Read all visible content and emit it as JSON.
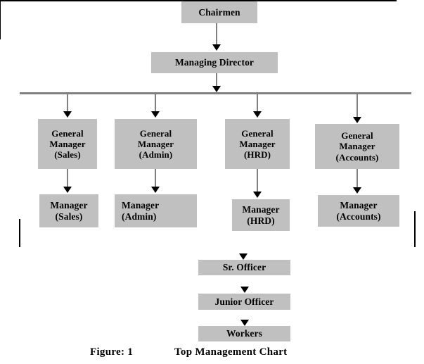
{
  "figure": {
    "caption_label": "Figure: 1",
    "caption_title": "Top Management Chart",
    "box_fill": "#c0c0c0",
    "connector_color": "#808080",
    "bracket_color": "#000000",
    "text_color": "#000000"
  },
  "chart_data": {
    "type": "diagram",
    "title": "Top Management Chart",
    "nodes": [
      {
        "id": "chairmen",
        "lines": [
          "Chairmen"
        ],
        "level": 1
      },
      {
        "id": "managing-director",
        "lines": [
          "Managing Director"
        ],
        "level": 2
      },
      {
        "id": "gm-sales",
        "lines": [
          "General",
          "Manager",
          "(Sales)"
        ],
        "level": 3
      },
      {
        "id": "gm-admin",
        "lines": [
          "General",
          "Manager",
          "(Admin)"
        ],
        "level": 3
      },
      {
        "id": "gm-hrd",
        "lines": [
          "General",
          "Manager",
          "(HRD)"
        ],
        "level": 3
      },
      {
        "id": "gm-accounts",
        "lines": [
          "General",
          "Manager",
          "(Accounts)"
        ],
        "level": 3
      },
      {
        "id": "manager-sales",
        "lines": [
          "Manager",
          "(Sales)"
        ],
        "level": 4
      },
      {
        "id": "manager-admin",
        "lines": [
          "Manager",
          "(Admin)"
        ],
        "level": 4
      },
      {
        "id": "manager-hrd",
        "lines": [
          "Manager",
          "(HRD)"
        ],
        "level": 4
      },
      {
        "id": "manager-accounts",
        "lines": [
          "Manager",
          "(Accounts)"
        ],
        "level": 4
      },
      {
        "id": "sr-officer",
        "lines": [
          "Sr. Officer"
        ],
        "level": 5
      },
      {
        "id": "junior-officer",
        "lines": [
          "Junior Officer"
        ],
        "level": 6
      },
      {
        "id": "workers",
        "lines": [
          "Workers"
        ],
        "level": 7
      }
    ],
    "edges": [
      {
        "from": "chairmen",
        "to": "managing-director"
      },
      {
        "from": "managing-director",
        "to": "gm-sales"
      },
      {
        "from": "managing-director",
        "to": "gm-admin"
      },
      {
        "from": "managing-director",
        "to": "gm-hrd"
      },
      {
        "from": "managing-director",
        "to": "gm-accounts"
      },
      {
        "from": "gm-sales",
        "to": "manager-sales"
      },
      {
        "from": "gm-admin",
        "to": "manager-admin"
      },
      {
        "from": "gm-hrd",
        "to": "manager-hrd"
      },
      {
        "from": "gm-accounts",
        "to": "manager-accounts"
      },
      {
        "from": "manager-row",
        "to": "sr-officer"
      },
      {
        "from": "sr-officer",
        "to": "junior-officer"
      },
      {
        "from": "junior-officer",
        "to": "workers"
      }
    ]
  },
  "nodes": {
    "chairmen": {
      "l1": "Chairmen"
    },
    "managing_director": {
      "l1": "Managing Director"
    },
    "gm_sales": {
      "l1": "General",
      "l2": "Manager",
      "l3": "(Sales)"
    },
    "gm_admin": {
      "l1": "General",
      "l2": "Manager",
      "l3": "(Admin)"
    },
    "gm_hrd": {
      "l1": "General",
      "l2": "Manager",
      "l3": "(HRD)"
    },
    "gm_accounts": {
      "l1": "General",
      "l2": "Manager",
      "l3": "(Accounts)"
    },
    "mgr_sales": {
      "l1": "Manager",
      "l2": "(Sales)"
    },
    "mgr_admin": {
      "l1": "Manager",
      "l2": "(Admin)"
    },
    "mgr_hrd": {
      "l1": "Manager",
      "l2": "(HRD)"
    },
    "mgr_accounts": {
      "l1": "Manager",
      "l2": "(Accounts)"
    },
    "sr_officer": {
      "l1": "Sr. Officer"
    },
    "junior_officer": {
      "l1": "Junior Officer"
    },
    "workers": {
      "l1": "Workers"
    }
  }
}
